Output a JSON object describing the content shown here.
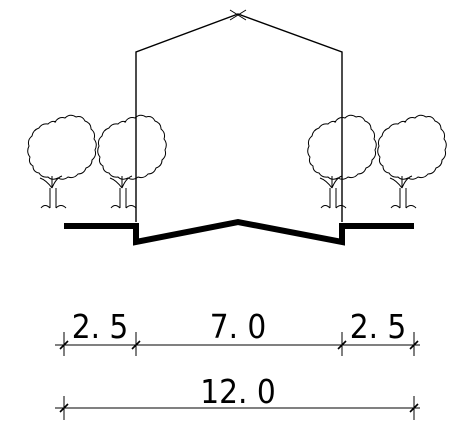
{
  "dimensions": {
    "left_sidewalk": "2. 5",
    "carriageway": "7. 0",
    "right_sidewalk": "2. 5",
    "total_width": "12. 0"
  }
}
